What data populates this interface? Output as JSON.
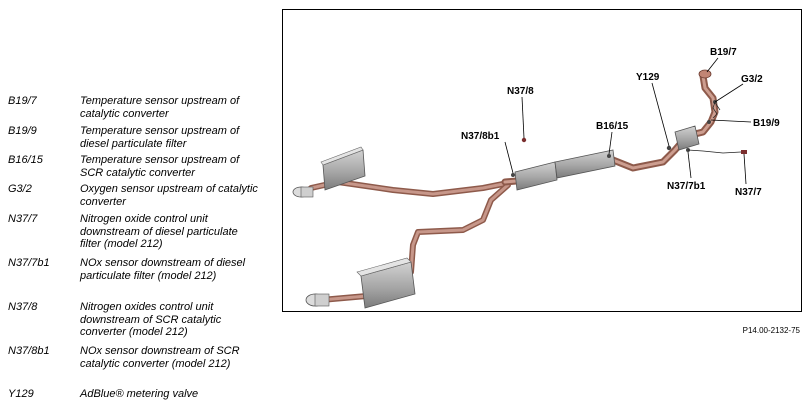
{
  "legend": [
    {
      "code": "B19/7",
      "desc": "Temperature sensor upstream of catalytic converter"
    },
    {
      "code": "B19/9",
      "desc": "Temperature sensor upstream of diesel particulate filter"
    },
    {
      "code": "B16/15",
      "desc": "Temperature sensor upstream of SCR catalytic converter"
    },
    {
      "code": "G3/2",
      "desc": "Oxygen sensor upstream of catalytic converter"
    },
    {
      "code": "N37/7",
      "desc": "Nitrogen oxide control unit downstream of diesel particulate filter (model 212)"
    },
    {
      "code": "N37/7b1",
      "desc": "NOx sensor downstream of diesel particulate filter (model 212)"
    },
    {
      "code": "N37/8",
      "desc": "Nitrogen oxides control unit downstream of SCR catalytic converter (model 212)"
    },
    {
      "code": "N37/8b1",
      "desc": "NOx sensor downstream of SCR catalytic converter (model 212)"
    },
    {
      "code": "Y129",
      "desc": "AdBlue® metering valve"
    }
  ],
  "callouts": {
    "b19_7": "B19/7",
    "g3_2": "G3/2",
    "b19_9": "B19/9",
    "y129": "Y129",
    "n37_8": "N37/8",
    "n37_8b1": "N37/8b1",
    "b16_15": "B16/15",
    "n37_7b1": "N37/7b1",
    "n37_7": "N37/7"
  },
  "figure_id": "P14.00-2132-75",
  "colors": {
    "pipe": "#b07a6a",
    "muffler": "#a9a9a9",
    "line": "#000000"
  }
}
